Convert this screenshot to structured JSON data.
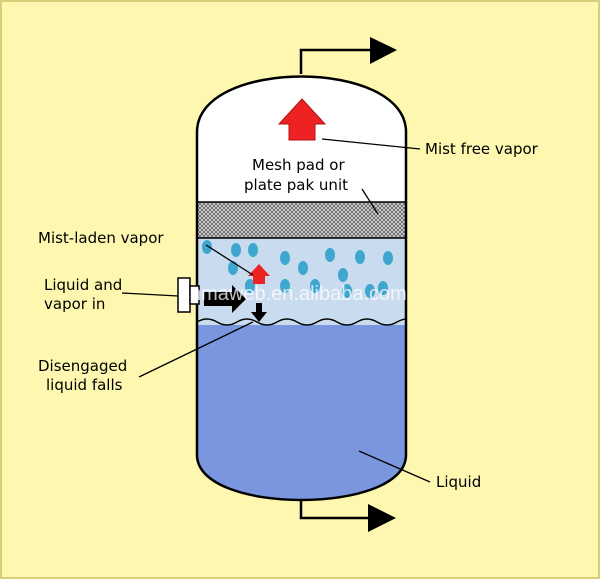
{
  "colors": {
    "background": "#fdf7b0",
    "vessel_top": "#ffffff",
    "vapor_zone": "#c9dcef",
    "liquid": "#7a96df",
    "droplet": "#3ea6cf",
    "mesh": "#c9c9c9",
    "red_arrow": "#ee2222",
    "outline": "#000000"
  },
  "labels": {
    "mist_free_vapor": "Mist free vapor",
    "mesh_pad_line1": "Mesh pad or",
    "mesh_pad_line2": "plate pak unit",
    "mist_laden_vapor": "Mist-laden vapor",
    "liquid_vapor_in_line1": "Liquid and",
    "liquid_vapor_in_line2": "vapor in",
    "disengaged_line1": "Disengaged",
    "disengaged_line2": "liquid falls",
    "liquid": "Liquid"
  },
  "watermark": "cnmaweb.en.alibaba.com"
}
